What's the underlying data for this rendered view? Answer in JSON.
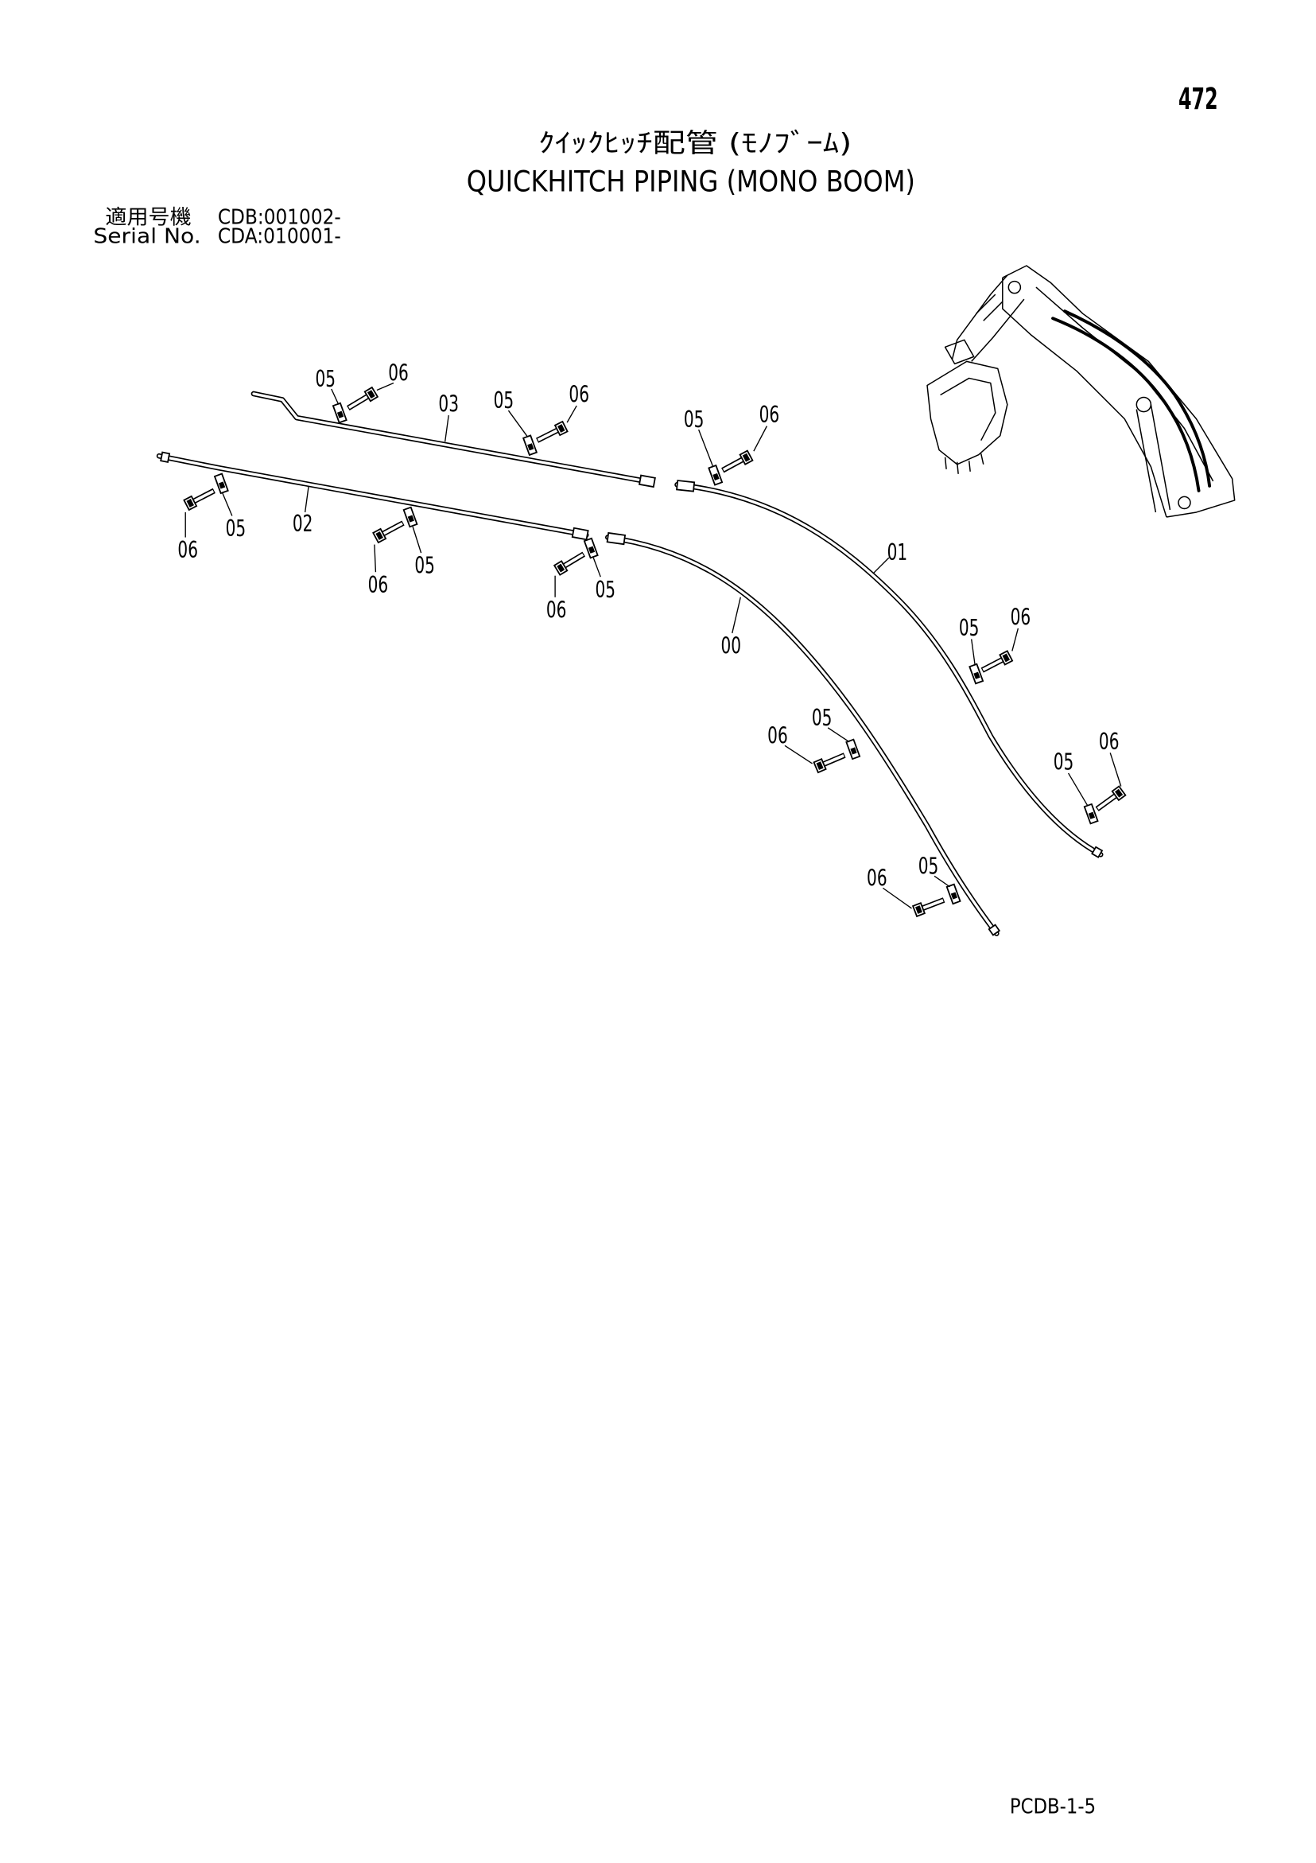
{
  "page": {
    "page_number": "472",
    "title_ja": "ｸｲｯｸﾋｯﾁ配管 (ﾓﾉﾌﾞｰﾑ)",
    "title_en": "QUICKHITCH PIPING (MONO BOOM)",
    "footer_code": "PCDB-1-5"
  },
  "applicability": {
    "label_ja": "適用号機",
    "value_ja": "CDB:001002-",
    "label_en": "Serial No.",
    "value_en": "CDA:010001-"
  },
  "diagram": {
    "callouts": [
      "05",
      "06",
      "03",
      "05",
      "06",
      "05",
      "06",
      "06",
      "05",
      "02",
      "06",
      "05",
      "06",
      "05",
      "01",
      "00",
      "05",
      "06",
      "06",
      "05",
      "05",
      "06",
      "06",
      "05"
    ],
    "thumbnail_icon": "excavator-front-attachment-icon"
  },
  "colors": {
    "ink": "#000000",
    "paper": "#ffffff"
  }
}
